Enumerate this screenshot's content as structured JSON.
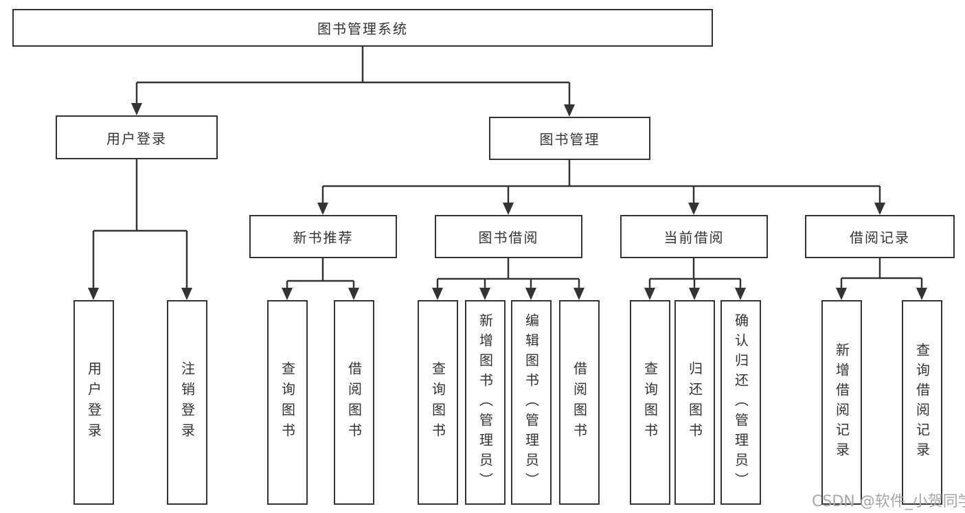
{
  "tree": {
    "root": "图书管理系统",
    "branches": [
      {
        "label": "用户登录",
        "children": [
          "用户登录",
          "注销登录"
        ]
      },
      {
        "label": "图书管理",
        "sections": [
          {
            "label": "新书推荐",
            "children": [
              "查询图书",
              "借阅图书"
            ]
          },
          {
            "label": "图书借阅",
            "children": [
              "查询图书",
              "新增图书（管理员）",
              "编辑图书（管理员）",
              "借阅图书"
            ]
          },
          {
            "label": "当前借阅",
            "children": [
              "查询图书",
              "归还图书",
              "确认归还（管理员）"
            ]
          },
          {
            "label": "借阅记录",
            "children": [
              "新增借阅记录",
              "查询借阅记录"
            ]
          }
        ]
      }
    ]
  },
  "watermark": "CSDN @软件_小贺同学",
  "colors": {
    "line": "#333333",
    "text": "#333333",
    "watermark": "#a6a6a6",
    "background": "#ffffff"
  }
}
